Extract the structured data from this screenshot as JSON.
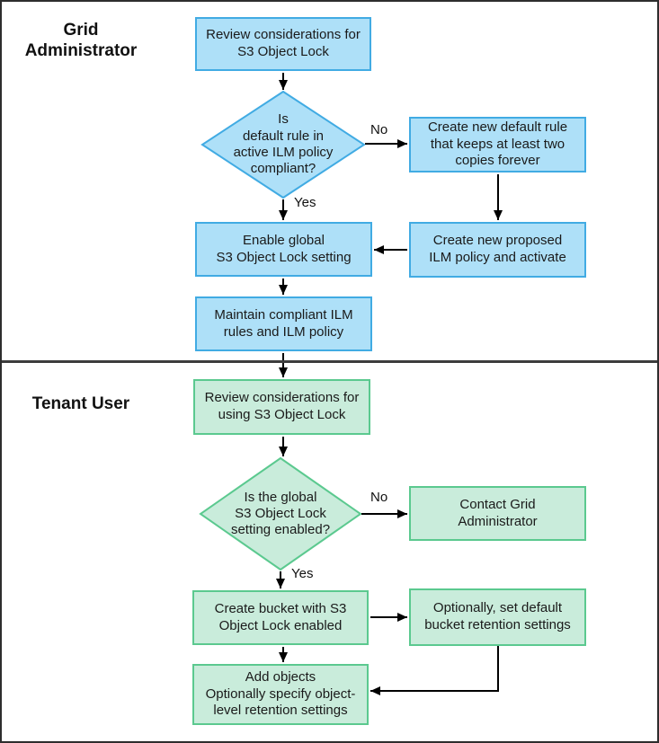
{
  "colors": {
    "blue_fill": "#aee0f8",
    "blue_border": "#41abe3",
    "green_fill": "#c9ecdb",
    "green_border": "#5bc98f",
    "arrow": "#000000",
    "text": "#1a1a1a",
    "frame": "#2e2e2e"
  },
  "sections": {
    "grid_admin": {
      "label": "Grid\nAdministrator"
    },
    "tenant": {
      "label": "Tenant User"
    }
  },
  "nodes": {
    "review_grid": "Review considerations for\nS3 Object Lock",
    "compliant_q": "Is\ndefault rule in\nactive ILM policy\ncompliant?",
    "create_default_rule": "Create new default rule\nthat keeps at least two\ncopies forever",
    "create_proposed": "Create new proposed\nILM policy and activate",
    "enable_global": "Enable global\nS3 Object Lock setting",
    "maintain": "Maintain compliant ILM\nrules and ILM policy",
    "review_tenant": "Review considerations for\nusing S3 Object Lock",
    "enabled_q": "Is the global\nS3 Object Lock\nsetting enabled?",
    "contact_admin": "Contact Grid\nAdministrator",
    "create_bucket": "Create bucket with S3\nObject Lock enabled",
    "set_retention": "Optionally, set default\nbucket retention settings",
    "add_objects": "Add objects\nOptionally specify object-\nlevel retention settings"
  },
  "edge_labels": {
    "no_top": "No",
    "yes_top": "Yes",
    "no_bottom": "No",
    "yes_bottom": "Yes"
  }
}
